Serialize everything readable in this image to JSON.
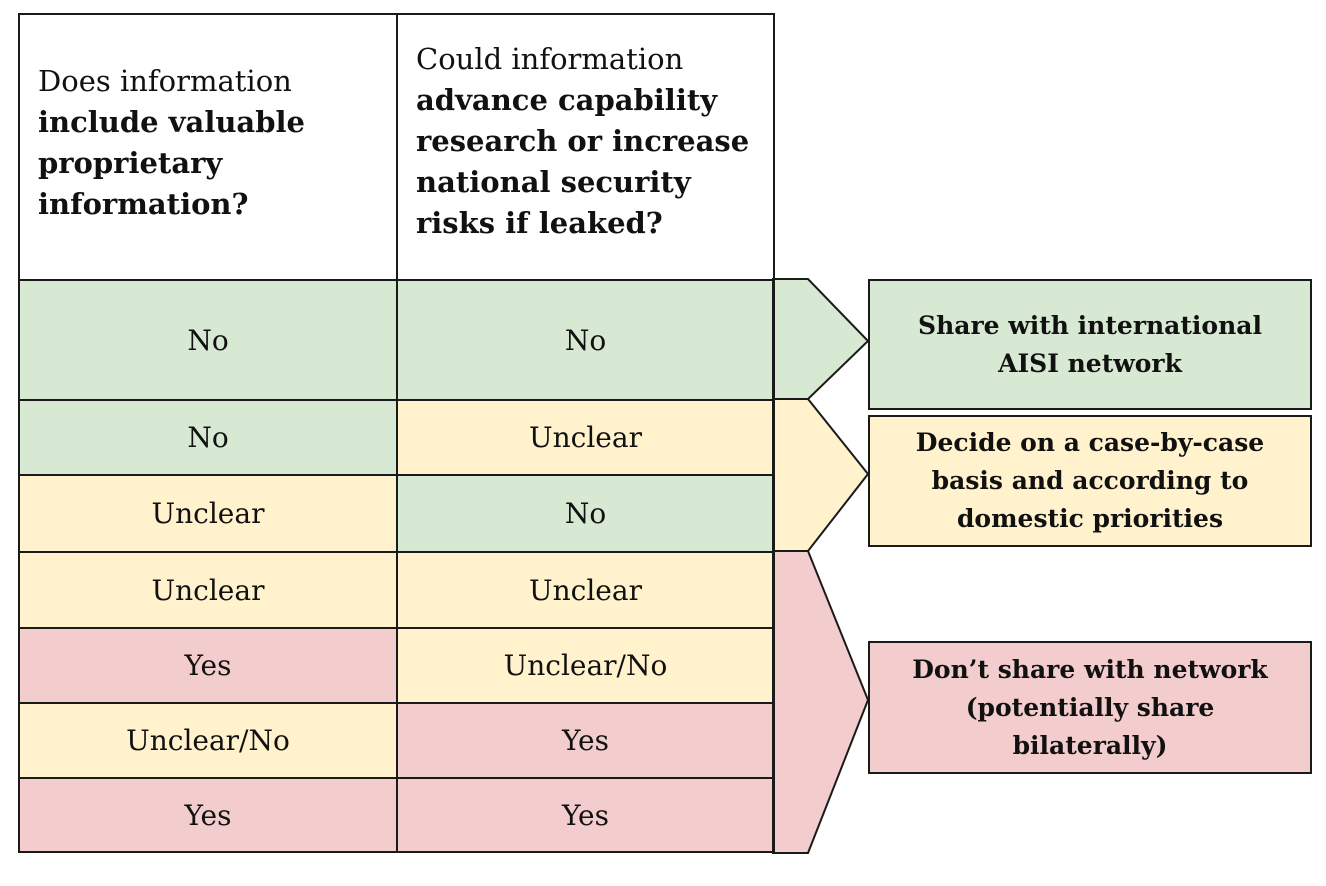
{
  "headers": {
    "col1": {
      "plain": "Does information",
      "bold": "include valuable proprietary information?"
    },
    "col2": {
      "plain": "Could information",
      "bold": "advance capability research or increase national security risks if leaked?"
    }
  },
  "rows": [
    {
      "col1": "No",
      "col1_color": "green",
      "col2": "No",
      "col2_color": "green"
    },
    {
      "col1": "No",
      "col1_color": "green",
      "col2": "Unclear",
      "col2_color": "yellow"
    },
    {
      "col1": "Unclear",
      "col1_color": "yellow",
      "col2": "No",
      "col2_color": "green"
    },
    {
      "col1": "Unclear",
      "col1_color": "yellow",
      "col2": "Unclear",
      "col2_color": "yellow"
    },
    {
      "col1": "Yes",
      "col1_color": "red",
      "col2": "Unclear/No",
      "col2_color": "yellow"
    },
    {
      "col1": "Unclear/No",
      "col1_color": "yellow",
      "col2": "Yes",
      "col2_color": "red"
    },
    {
      "col1": "Yes",
      "col1_color": "red",
      "col2": "Yes",
      "col2_color": "red"
    }
  ],
  "outcomes": [
    {
      "label": "Share with international AISI network",
      "color": "green"
    },
    {
      "label": "Decide on a case-by-case basis and according to domestic priorities",
      "color": "yellow"
    },
    {
      "label": "Don’t share with network (potentially share bilaterally)",
      "color": "red"
    }
  ],
  "colors": {
    "green": "#d8e9d3",
    "yellow": "#fff2cd",
    "red": "#f3cccd",
    "border": "#1a1a1a"
  }
}
